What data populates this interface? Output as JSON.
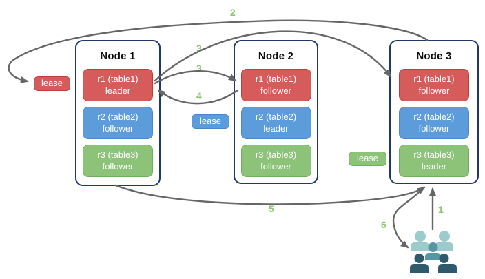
{
  "diagram": {
    "nodes": [
      {
        "title": "Node 1",
        "replicas": [
          {
            "name": "r1 (table1)",
            "role": "leader"
          },
          {
            "name": "r2 (table2)",
            "role": "follower"
          },
          {
            "name": "r3 (table3)",
            "role": "follower"
          }
        ]
      },
      {
        "title": "Node 2",
        "replicas": [
          {
            "name": "r1 (table1)",
            "role": "follower"
          },
          {
            "name": "r2 (table2)",
            "role": "leader"
          },
          {
            "name": "r3 (table3)",
            "role": "follower"
          }
        ]
      },
      {
        "title": "Node 3",
        "replicas": [
          {
            "name": "r1 (table1)",
            "role": "follower"
          },
          {
            "name": "r2 (table2)",
            "role": "follower"
          },
          {
            "name": "r3 (table3)",
            "role": "leader"
          }
        ]
      }
    ],
    "leases": [
      {
        "label": "lease",
        "color": "#d65c5c"
      },
      {
        "label": "lease",
        "color": "#5d9cdb"
      },
      {
        "label": "lease",
        "color": "#8cc378"
      }
    ],
    "steps": {
      "s1": "1",
      "s2": "2",
      "s3a": "3",
      "s3b": "3",
      "s4": "4",
      "s5": "5",
      "s6": "6"
    },
    "icons": {
      "users": "users-group-icon"
    },
    "colors": {
      "replica_red": "#d65c5c",
      "replica_red_border": "#c13b3b",
      "replica_blue": "#5d9cdb",
      "replica_blue_border": "#4a86c8",
      "replica_green": "#8cc378",
      "replica_green_border": "#6fae5c",
      "node_border": "#1f3864",
      "arrow": "#666666",
      "step_label": "#8cc372",
      "users_light": "#9bcbcb",
      "users_mid": "#5697a3",
      "users_dark": "#2e5a6b"
    }
  }
}
